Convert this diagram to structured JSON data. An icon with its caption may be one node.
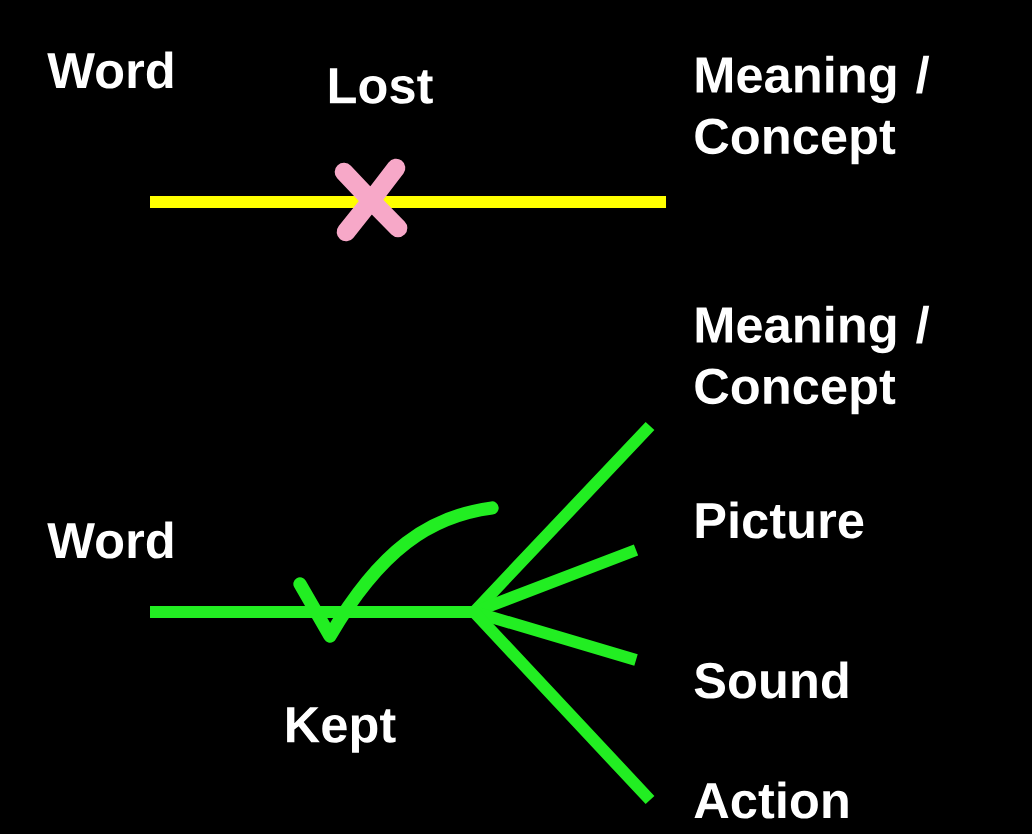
{
  "diagram": {
    "nodes": [
      {
        "text": [
          "Word"
        ]
      },
      {
        "text": [
          "Meaning / Concept"
        ]
      },
      {
        "text": [
          "Word"
        ]
      },
      {
        "text": [
          "Meaning / Concept"
        ]
      },
      {
        "text": [
          "Picture"
        ]
      },
      {
        "text": [
          "Sound"
        ]
      },
      {
        "text": [
          "Action"
        ]
      }
    ],
    "edges": [
      {
        "from": 0,
        "to": 1,
        "arrow": "none",
        "color": "#ffff00"
      },
      {
        "from": 2,
        "to": 3,
        "arrow": "none",
        "color": "#22ee22"
      },
      {
        "from": 2,
        "to": 4,
        "arrow": "none",
        "color": "#22ee22"
      },
      {
        "from": 2,
        "to": 5,
        "arrow": "none",
        "color": "#22ee22"
      },
      {
        "from": 2,
        "to": 6,
        "arrow": "none",
        "color": "#22ee22"
      }
    ],
    "labels": [
      "Lost",
      "Kept"
    ]
  }
}
